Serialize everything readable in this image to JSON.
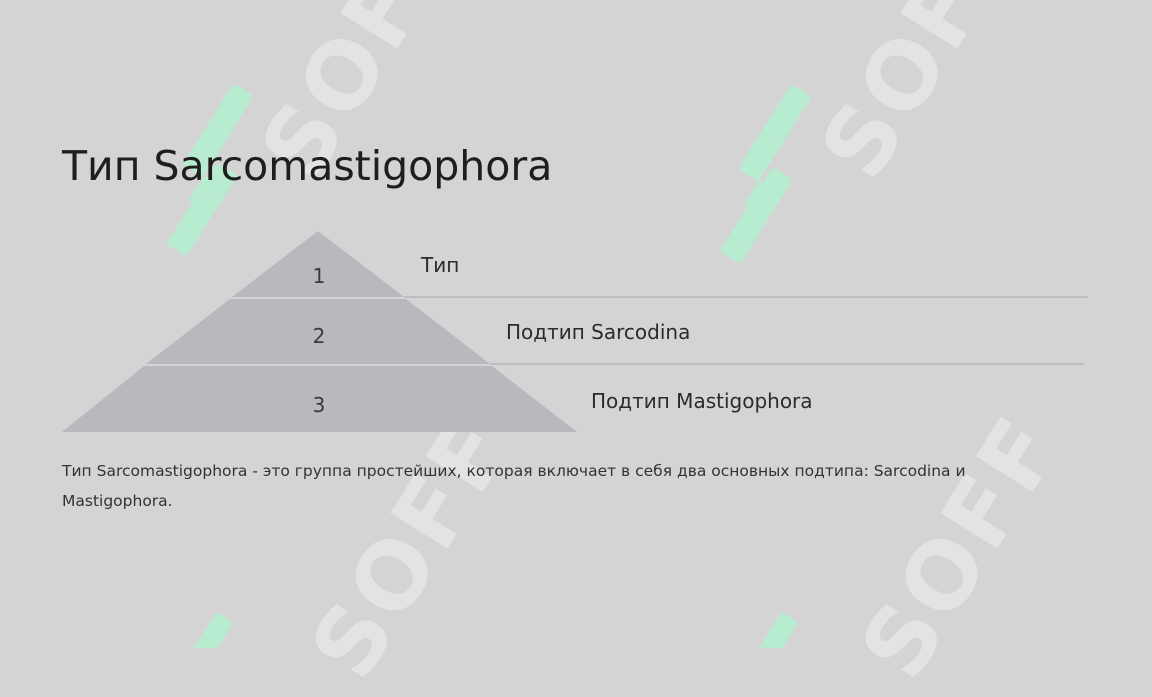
{
  "title": "Тип Sarcomastigophora",
  "watermark": {
    "text": "SOFF",
    "logo_color": "#b7ecd0",
    "text_color": "#e3e3e3"
  },
  "pyramid": {
    "fill_color": "#b8b8be",
    "line_color": "#b0b0b0",
    "levels": [
      {
        "number": "1",
        "label": "Тип"
      },
      {
        "number": "2",
        "label": "Подтип Sarcodina"
      },
      {
        "number": "3",
        "label": "Подтип Mastigophora"
      }
    ]
  },
  "description": "Тип Sarcomastigophora - это группа простейших, которая включает в себя два основных подтипа: Sarcodina и Mastigophora."
}
